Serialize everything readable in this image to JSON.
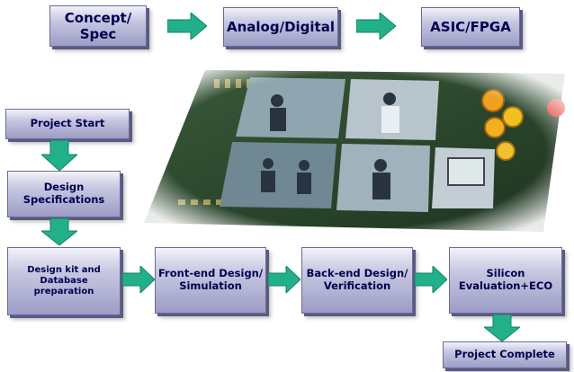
{
  "top_row": {
    "concept": [
      "Concept/",
      "Spec"
    ],
    "analog": [
      "Analog/Digital"
    ],
    "asic": [
      "ASIC/FPGA"
    ]
  },
  "flow": {
    "project_start": [
      "Project Start"
    ],
    "design_spec": [
      "Design",
      "Specifications"
    ],
    "design_kit": [
      "Design kit and",
      "Database",
      "preparation"
    ],
    "front_end": [
      "Front-end Design/",
      "Simulation"
    ],
    "back_end": [
      "Back-end Design/",
      "Verification"
    ],
    "silicon": [
      "Silicon",
      "Evaluation+ECO"
    ],
    "project_complete": [
      "Project Complete"
    ]
  },
  "colors": {
    "arrow": "#22b08a",
    "box_text": "#000050"
  },
  "photo": {
    "description_icon": "circuit-board-photo-with-lab-images"
  }
}
